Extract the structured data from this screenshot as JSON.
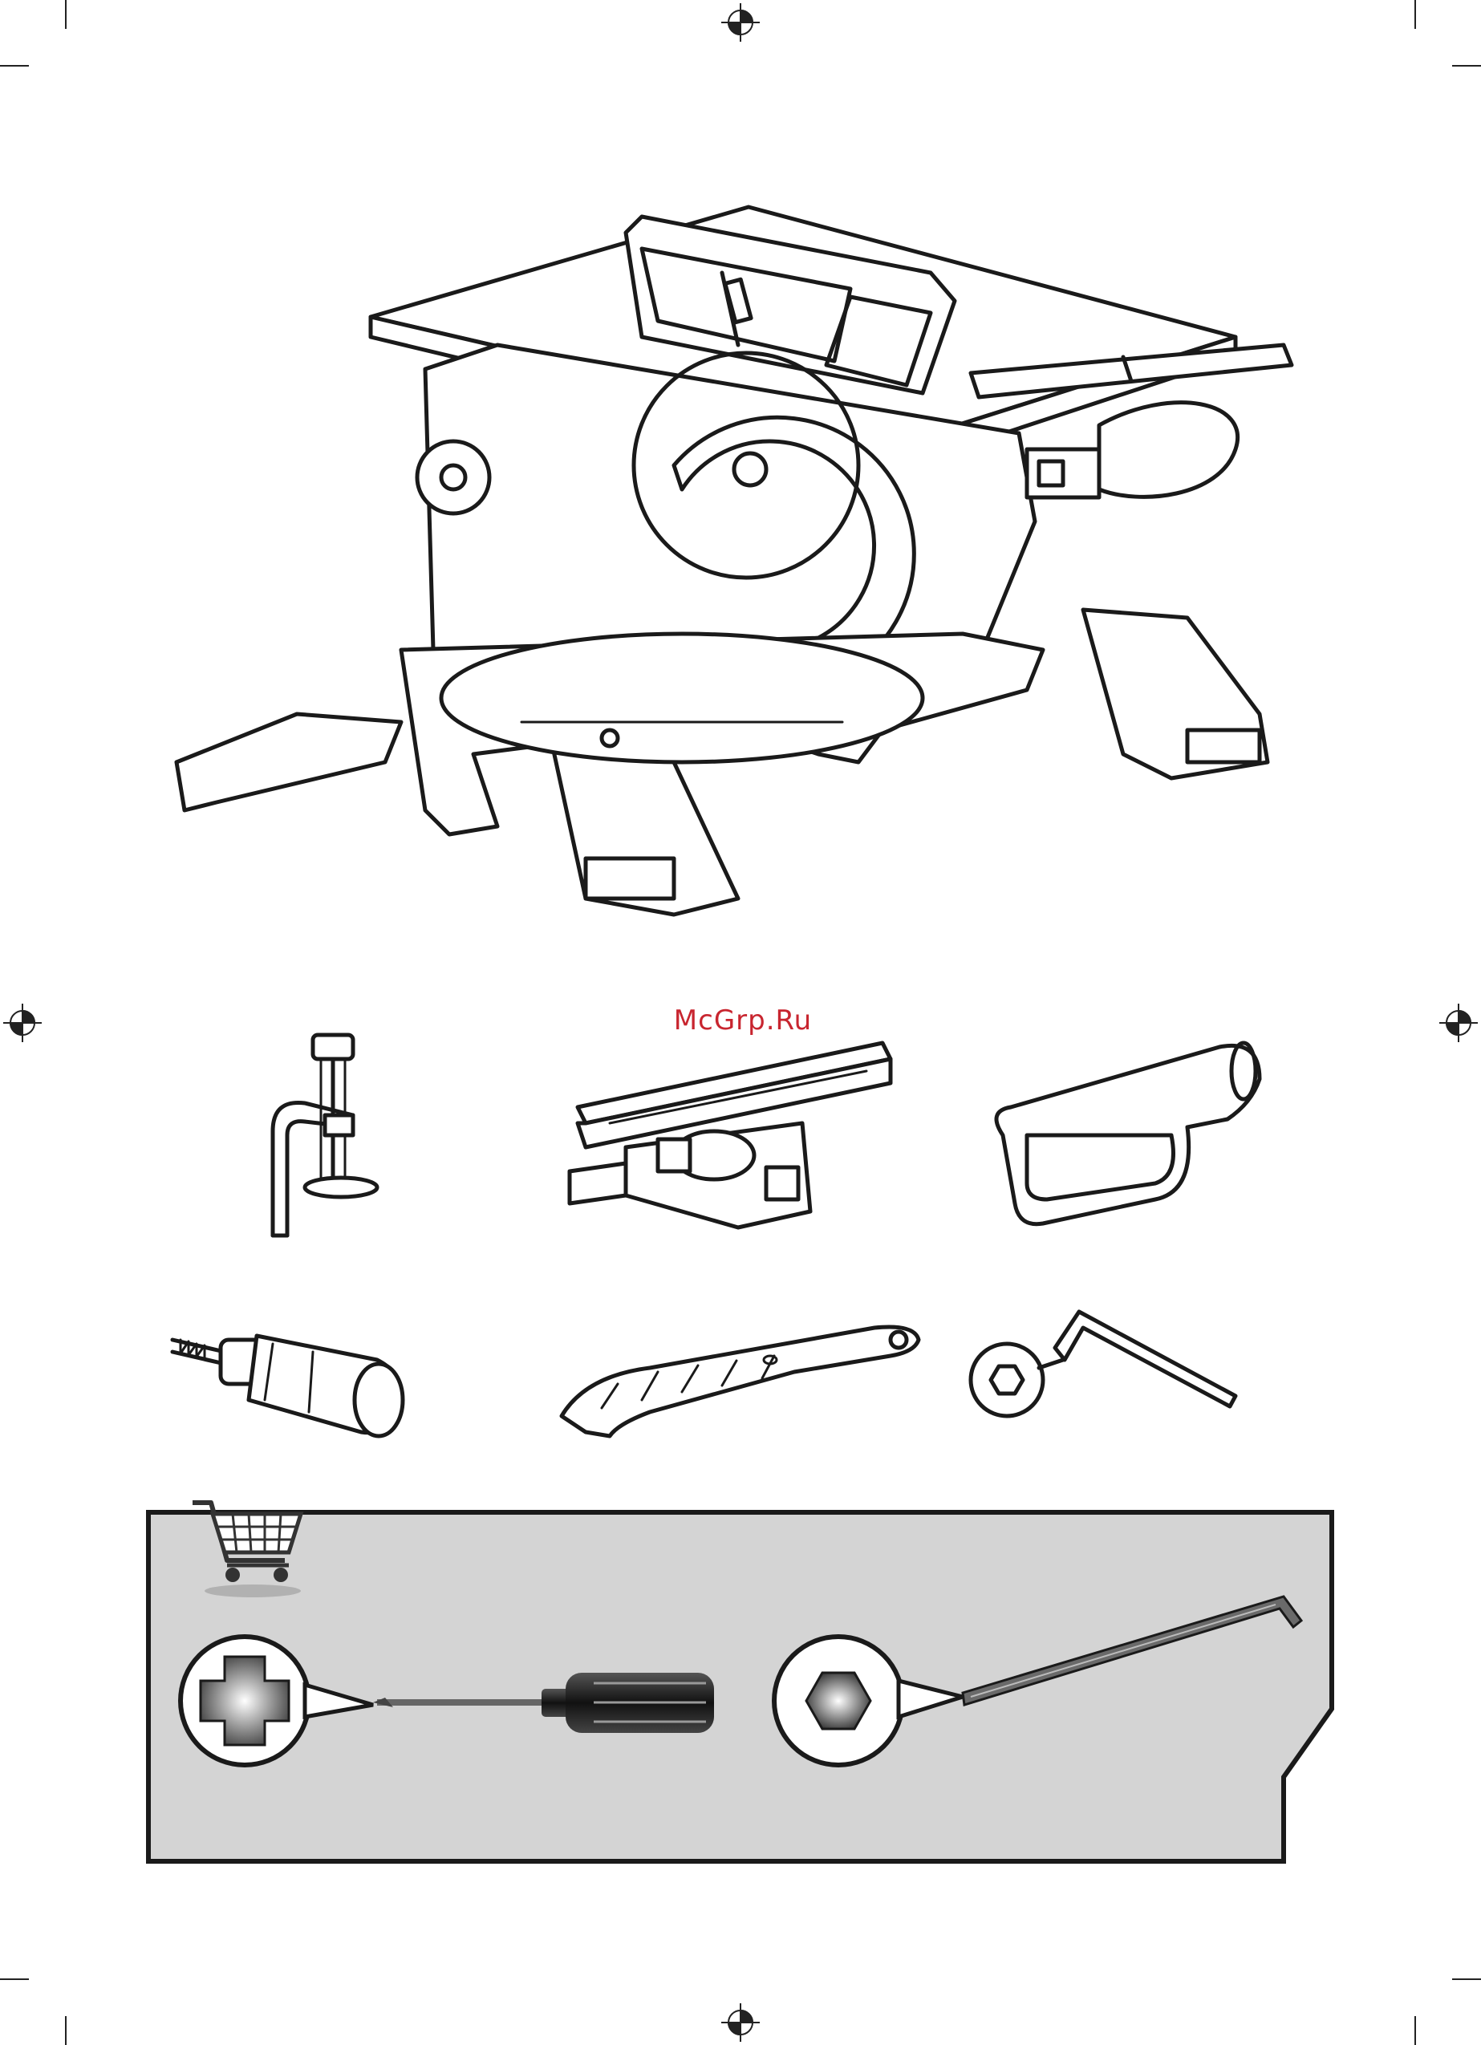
{
  "page": {
    "watermark": "McGrp.Ru"
  },
  "colors": {
    "watermark": "#c8252f",
    "accessory_panel_fill": "#d4d4d4",
    "line_art": "#1a1a1a"
  },
  "figures": {
    "main_machine": "table-mitre-saw-drawing",
    "parts": [
      "hold-down-clamp",
      "mitre-gauge",
      "blade-guard-handle",
      "extension-knob",
      "push-stick",
      "hex-key-with-hex-symbol"
    ],
    "accessories_panel": {
      "icon": "shopping-cart-icon",
      "tools": [
        "phillips-screwdriver",
        "hex-allen-key"
      ]
    }
  }
}
